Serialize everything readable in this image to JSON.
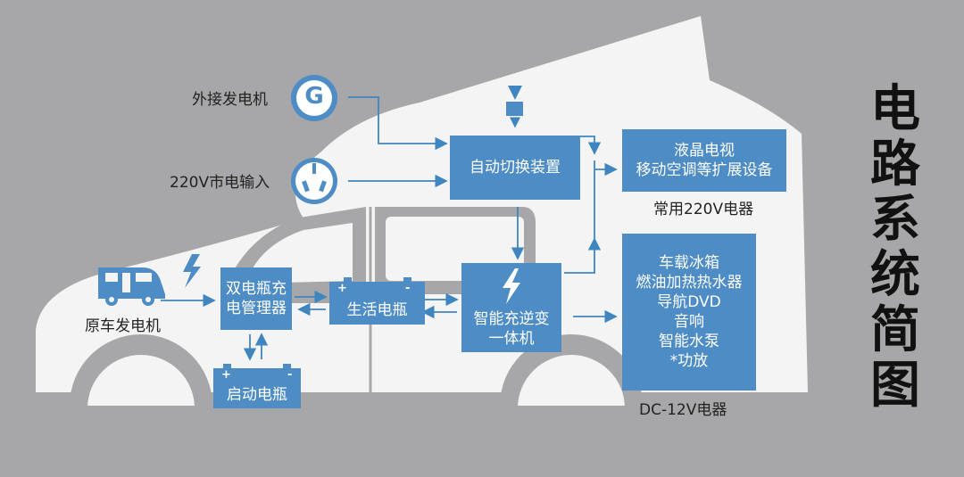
{
  "title": [
    "电",
    "路",
    "系",
    "统",
    "简",
    "图"
  ],
  "sources": {
    "generator": "外接发电机",
    "generator_icon_letter": "G",
    "mains": "220V市电输入",
    "vehicle_alternator": "原车发电机"
  },
  "boxes": {
    "auto_switch": "自动切换装置",
    "dual_battery_manager": [
      "双电瓶充",
      "电管理器"
    ],
    "house_battery": "生活电瓶",
    "start_battery": "启动电瓶",
    "inverter_charger": [
      "智能充逆变",
      "一体机"
    ],
    "ac_loads": [
      "液晶电视",
      "移动空调等扩展设备"
    ],
    "dc_loads": [
      "车载冰箱",
      "燃油加热热水器",
      "导航DVD",
      "音响",
      "智能水泵",
      "*功放"
    ]
  },
  "captions": {
    "ac": "常用220V电器",
    "dc": "DC-12V电器"
  },
  "battery_terminals": {
    "plus": "+",
    "minus": "-"
  },
  "colors": {
    "background": "#a7a7a9",
    "vehicle": "#f4f4f4",
    "accent": "#4d8cc4",
    "text": "#222222"
  }
}
